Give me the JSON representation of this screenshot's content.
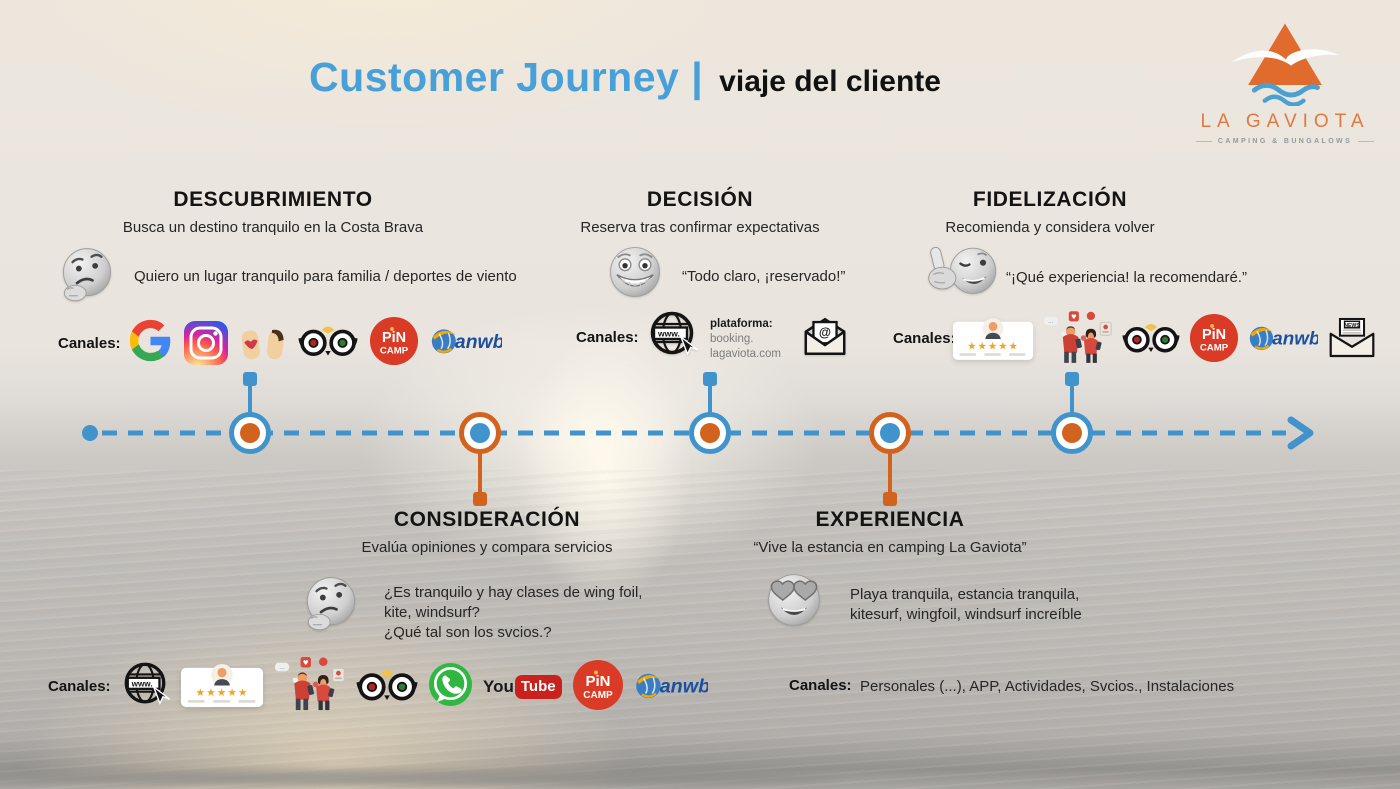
{
  "header": {
    "title_primary": "Customer Journey |",
    "title_secondary": "viaje del cliente"
  },
  "logo": {
    "name": "LA GAVIOTA",
    "tagline": "CAMPING & BUNGALOWS"
  },
  "channels_label": "Canales:",
  "stages": {
    "descubrimiento": {
      "title": "DESCUBRIMIENTO",
      "subtitle": "Busca un destino tranquilo en la Costa Brava",
      "emoji": "thinking-face",
      "quote": "Quiero un lugar tranquilo para  familia / deportes de viento",
      "channels": [
        "Google",
        "Instagram",
        "Boca-oreja (word of mouth)",
        "Tripadvisor",
        "PiNCAMP",
        "ANWB"
      ]
    },
    "consideracion": {
      "title": "CONSIDERACIÓN",
      "subtitle": "Evalúa opiniones y compara servicios",
      "emoji": "thinking-face",
      "quote": "¿Es tranquilo y hay clases de wing foil,\nkite, windsurf?\n¿Qué tal son los svcios.?",
      "channels": [
        "Web (www)",
        "Reseñas 5 estrellas",
        "Redes sociales",
        "Tripadvisor",
        "WhatsApp",
        "YouTube",
        "PiNCAMP",
        "ANWB"
      ]
    },
    "decision": {
      "title": "DECISIÓN",
      "subtitle": "Reserva tras confirmar expectativas",
      "emoji": "grinning-face",
      "quote": "“Todo claro, ¡reservado!”",
      "platform_label": "plataforma:",
      "platform_line1": "booking.",
      "platform_line2": "lagaviota.com",
      "channels": [
        "Web (www)",
        "Plataforma booking.lagaviota.com",
        "Email"
      ]
    },
    "experiencia": {
      "title": "EXPERIENCIA",
      "subtitle": "“Vive la estancia en camping La Gaviota”",
      "emoji": "heart-eyes-face",
      "quote": "Playa tranquila, estancia tranquila,\nkitesurf, wingfoil, windsurf increíble",
      "channels_text": "Personales (...), APP,  Actividades, Svcios., Instalaciones"
    },
    "fidelizacion": {
      "title": "FIDELIZACIÓN",
      "subtitle": "Recomienda y considera volver",
      "emoji": "thumbs-up-wink-face",
      "quote": "“¡Qué experiencia! la recomendaré.”",
      "channels": [
        "Reseñas 5 estrellas",
        "Redes sociales",
        "Tripadvisor",
        "PiNCAMP",
        "ANWB",
        "Newsletter"
      ]
    }
  },
  "icon_text": {
    "www": "www.",
    "at": "@",
    "news": "NEWS",
    "pincamp_top": "PiN",
    "pincamp_bottom": "CAMP",
    "anwb": "anwb",
    "stars": "★★★★★",
    "youtube_you": "You",
    "youtube_tube": "Tube",
    "bubble_dots": "...",
    "heart": "♥"
  },
  "timeline": {
    "direction": "left-to-right",
    "line_color": "#4193CC",
    "node_blue": "#4193CC",
    "node_orange": "#D2631F",
    "nodes": [
      {
        "stage": "descubrimiento",
        "side": "top"
      },
      {
        "stage": "consideracion",
        "side": "bottom"
      },
      {
        "stage": "decision",
        "side": "top"
      },
      {
        "stage": "experiencia",
        "side": "bottom"
      },
      {
        "stage": "fidelizacion",
        "side": "top"
      }
    ]
  },
  "colors": {
    "accent_blue": "#47A0D8",
    "accent_orange": "#D2631F",
    "logo_orange": "#E0722F",
    "pincamp_red": "#D93B27",
    "youtube_red": "#C9211E",
    "whatsapp_green": "#2FB742",
    "star_gold": "#EAA62A",
    "text_dark": "#141414"
  }
}
